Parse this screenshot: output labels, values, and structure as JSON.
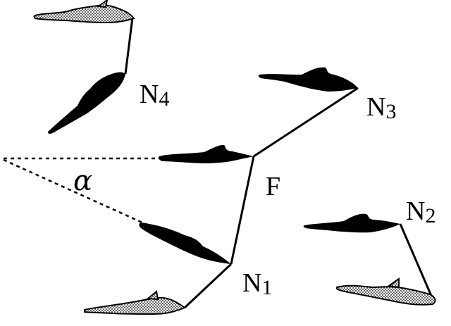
{
  "labels": {
    "focal": "F",
    "neighbor_letter": "N",
    "n1_index": "1",
    "n2_index": "2",
    "n3_index": "3",
    "n4_index": "4",
    "angle": "α"
  },
  "colors": {
    "ink": "#000000",
    "stipple_fill": "#bdbdbd"
  }
}
